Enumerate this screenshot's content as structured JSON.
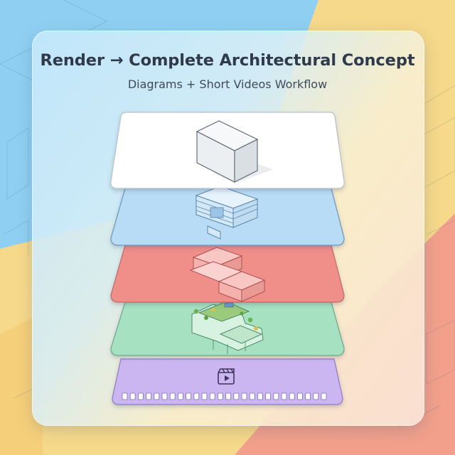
{
  "title": "Render → Complete Architectural Concept",
  "subtitle": "Diagrams + Short Videos Workflow",
  "colors": {
    "bg_blue": "#8fd0f2",
    "bg_yellow": "#f6d98a",
    "bg_red": "#f2a08c",
    "layer_white": "#ffffff",
    "layer_blue": "#b8dcf5",
    "layer_red": "#f08e8a",
    "layer_green": "#a6e1c1",
    "layer_purple": "#cbb6f2",
    "text_dark": "#2f3a4b"
  },
  "layers": [
    {
      "name": "white-massing",
      "icon": "massing-box-icon"
    },
    {
      "name": "blue-structure",
      "icon": "blue-massing-model-icon"
    },
    {
      "name": "red-diagram",
      "icon": "red-massing-model-icon"
    },
    {
      "name": "green-landscape",
      "icon": "green-landscape-model-icon"
    },
    {
      "name": "purple-video",
      "icon": "video-clapper-icon"
    }
  ]
}
